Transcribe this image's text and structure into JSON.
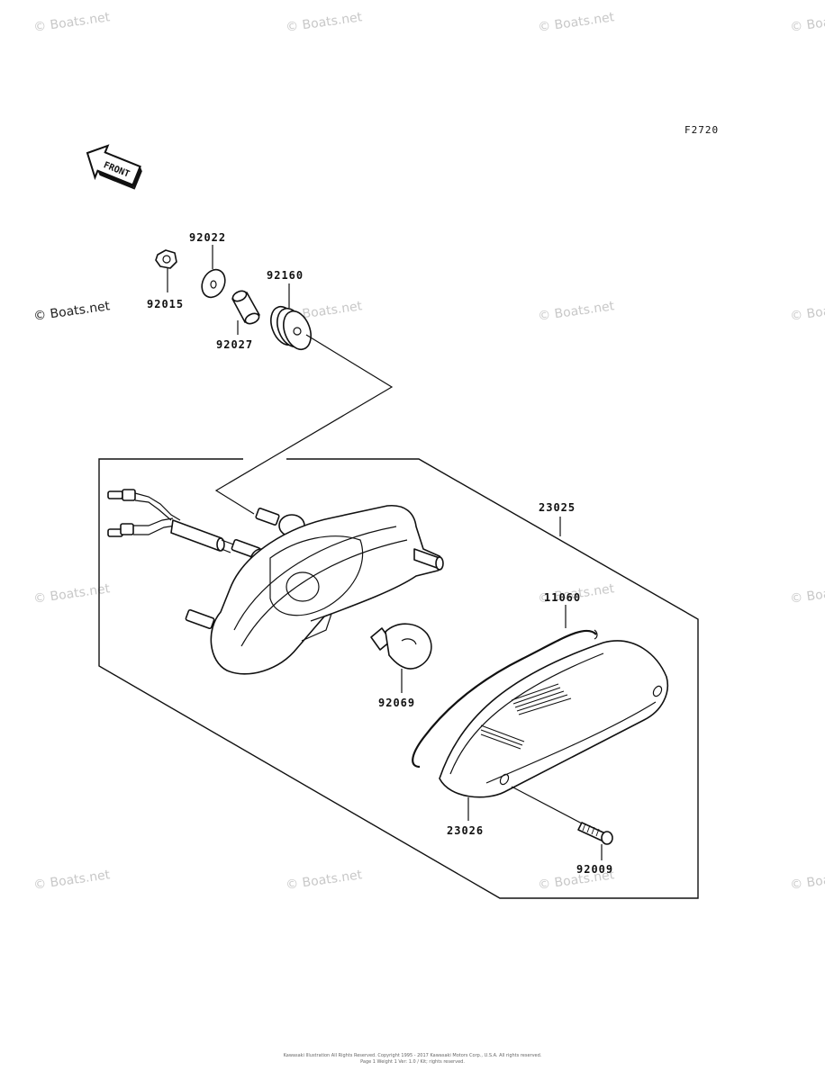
{
  "diagram": {
    "ref_code": "F2720",
    "front_label": "FRONT",
    "watermark": "© Boats.net",
    "parts": {
      "nut": "92015",
      "washer": "92022",
      "collar": "92027",
      "grommet": "92160",
      "lamp_assy": "23025",
      "gasket": "11060",
      "bulb": "92069",
      "lens": "23026",
      "screw": "92009"
    },
    "footer": {
      "line1": "Kawasaki Illustration All Rights Reserved. Copyright 1995 - 2017 Kawasaki Motors Corp., U.S.A. All rights reserved.",
      "line2": "Page 1 Weight 1 Ver: 1.0 / Kit; rights reserved."
    }
  }
}
